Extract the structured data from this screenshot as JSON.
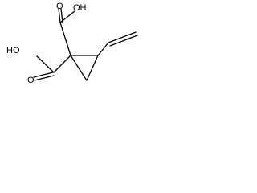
{
  "molecule": {
    "labels": {
      "top_hydroxyl": "OH",
      "top_carbonyl_oxygen": "O",
      "left_hydroxyl": "HO",
      "bottom_carbonyl_oxygen": "O"
    },
    "colors": {
      "bond": "#000000",
      "text": "#000000",
      "background": "#ffffff"
    }
  }
}
